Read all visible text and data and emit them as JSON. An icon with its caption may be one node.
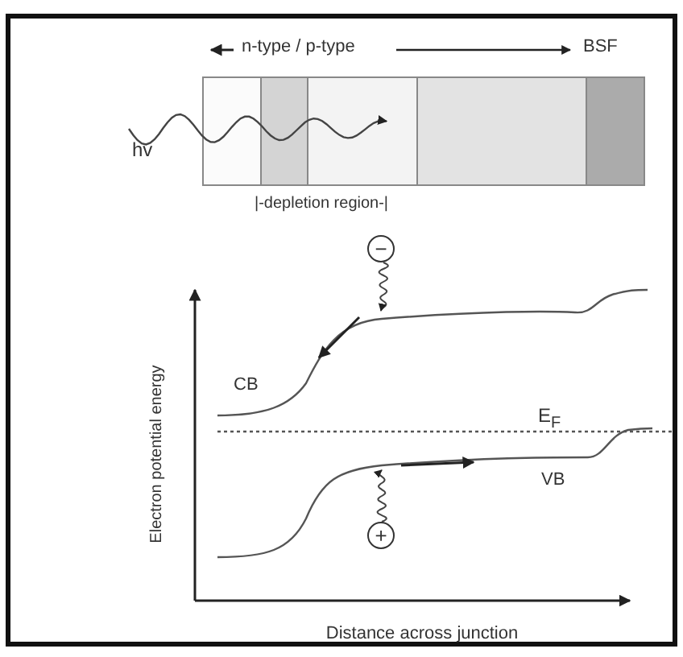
{
  "diagram": {
    "labels": [
      "n-type / p-type",
      "BSF",
      "hv",
      "|-depletion region-|",
      "−",
      "CB",
      "E$_{F}$",
      "VB",
      "+",
      "Electron potential energy",
      "Distance across junction"
    ]
  }
}
